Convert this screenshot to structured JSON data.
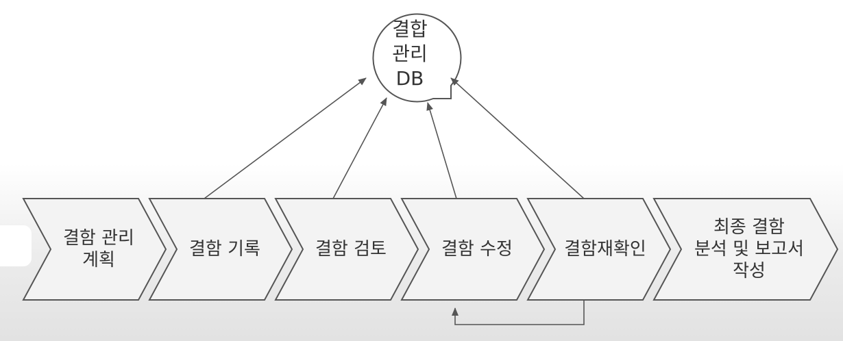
{
  "db": {
    "label": "결합\n관리\nDB"
  },
  "steps": [
    {
      "label": "결함 관리\n계획"
    },
    {
      "label": "결함 기록"
    },
    {
      "label": "결함 검토"
    },
    {
      "label": "결함 수정"
    },
    {
      "label": "결함재확인"
    },
    {
      "label": "최종 결함\n분석 및 보고서\n작성"
    }
  ],
  "colors": {
    "stroke": "#555555",
    "fill": "#f3f3f3",
    "text": "#333333"
  }
}
